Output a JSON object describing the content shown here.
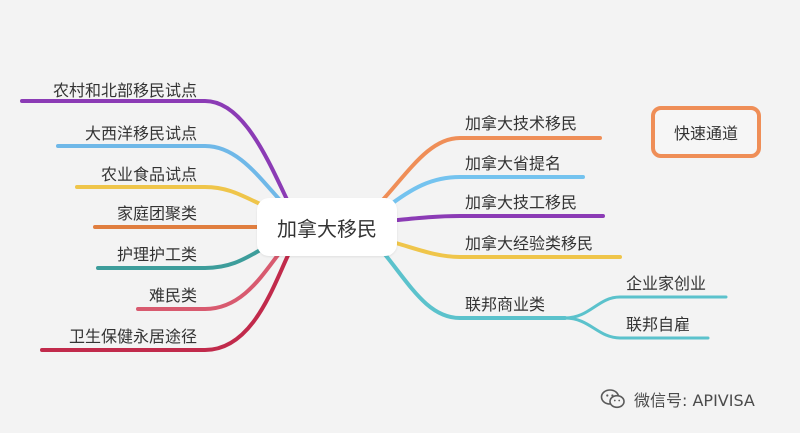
{
  "central": {
    "label": "加拿大移民"
  },
  "left_branches": [
    {
      "label": "农村和北部移民试点",
      "color": "#8b3bb5"
    },
    {
      "label": "大西洋移民试点",
      "color": "#6fb8e8"
    },
    {
      "label": "农业食品试点",
      "color": "#efc54a"
    },
    {
      "label": "家庭团聚类",
      "color": "#e07e3f"
    },
    {
      "label": "护理护工类",
      "color": "#3d9d9b"
    },
    {
      "label": "难民类",
      "color": "#d85a6f"
    },
    {
      "label": "卫生保健永居途径",
      "color": "#c12a4b"
    }
  ],
  "right_branches": [
    {
      "label": "加拿大技术移民",
      "color": "#ef8e57"
    },
    {
      "label": "加拿大省提名",
      "color": "#74c3ef"
    },
    {
      "label": "加拿大技工移民",
      "color": "#8b3bb5"
    },
    {
      "label": "加拿大经验类移民",
      "color": "#efc54a"
    },
    {
      "label": "联邦商业类",
      "color": "#5bc2cc",
      "children": [
        {
          "label": "企业家创业"
        },
        {
          "label": "联邦自雇"
        }
      ]
    }
  ],
  "callout": {
    "label": "快速通道",
    "border_color": "#ef8e57"
  },
  "watermark": {
    "text": "微信号: APIVISA",
    "icon": "wechat-icon"
  }
}
